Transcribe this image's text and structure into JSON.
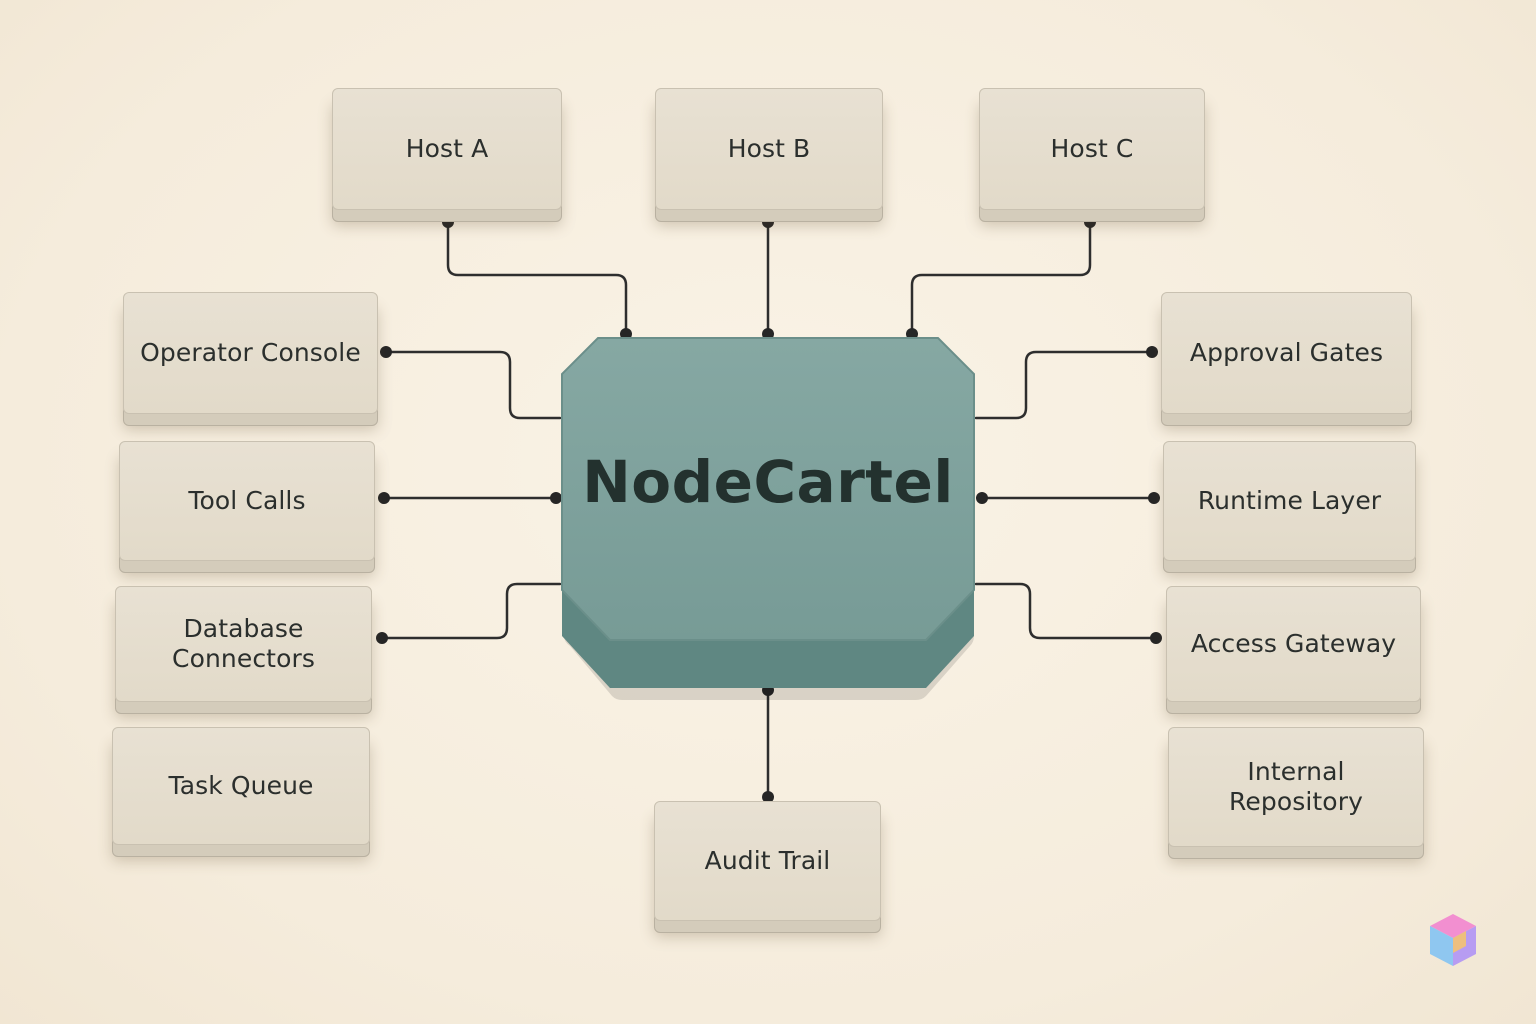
{
  "hub": {
    "label": "NodeCartel"
  },
  "nodes": {
    "host_a": "Host A",
    "host_b": "Host B",
    "host_c": "Host C",
    "operator_console": "Operator Console",
    "tool_calls": "Tool Calls",
    "database_connectors": "Database\nConnectors",
    "task_queue": "Task Queue",
    "approval_gates": "Approval Gates",
    "runtime_layer": "Runtime Layer",
    "access_gateway": "Access Gateway",
    "internal_repository": "Internal\nRepository",
    "audit_trail": "Audit Trail"
  },
  "colors": {
    "background": "#f7eedf",
    "node_face": "#e5ddcd",
    "hub_face": "#7fa39e",
    "hub_side": "#5f8782",
    "connector": "#2e2e2e"
  },
  "icons": {
    "brand": "cube-logo-icon"
  }
}
